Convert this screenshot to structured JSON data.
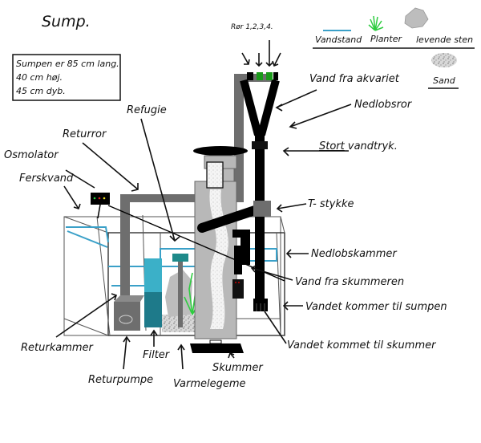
{
  "title": "Sump.",
  "info_box": {
    "lines": [
      "Sumpen er 85 cm lang.",
      "40 cm høj.",
      "45 cm dyb."
    ]
  },
  "pipes_note": "Rør 1,2,3,4.",
  "legend": {
    "items": [
      {
        "label": "Vandstand",
        "icon": "water-level-line-icon",
        "color": "#3aa0c8"
      },
      {
        "label": "Planter",
        "icon": "plant-icon",
        "color": "#2ecc40"
      },
      {
        "label": "levende sten",
        "icon": "live-rock-icon",
        "color": "#b5b5b5"
      },
      {
        "label": "Sand",
        "icon": "sand-icon",
        "color": "#888888"
      }
    ]
  },
  "labels": {
    "vand_fra_akvariet": "Vand fra akvariet",
    "nedlobsror": "Nedlobsror",
    "stort_vandtryk_underlined": "Stort",
    "stort_vandtryk_rest": " vandtryk.",
    "t_stykke": "T- stykke",
    "nedlobskammer": "Nedlobskammer",
    "vand_fra_skummeren": "Vand fra skummeren",
    "vandet_kommer_til_sumpen": "Vandet kommer til sumpen",
    "vandet_kommet_til_skummer": "Vandet kommet til skummer",
    "skummer": "Skummer",
    "varmelegeme": "Varmelegeme",
    "filter": "Filter",
    "returpumpe": "Returpumpe",
    "returkammer": "Returkammer",
    "ferskvand": "Ferskvand",
    "osmolator": "Osmolator",
    "returror": "Returror",
    "refugie": "Refugie"
  },
  "colors": {
    "water_line": "#3aa0c8",
    "pipe_dark": "#000000",
    "pipe_gray": "#6e6e6e",
    "skimmer_body": "#b8b8b8",
    "filter_top": "#3bb0c8",
    "filter_bottom": "#1e7a8a",
    "heater_cap": "#1e8a8a",
    "plant": "#2ecc40",
    "valve_green": "#1a9a1a"
  }
}
